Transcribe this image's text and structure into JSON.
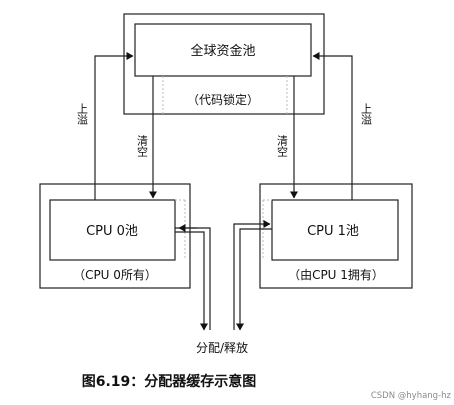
{
  "diagram": {
    "global_pool": {
      "title": "全球资金池",
      "subtitle": "（代码锁定）"
    },
    "cpu0_pool": {
      "title": "CPU 0池",
      "subtitle": "（CPU 0所有）"
    },
    "cpu1_pool": {
      "title": "CPU 1池",
      "subtitle": "（由CPU 1拥有）"
    },
    "edges": {
      "left_up": "上溢",
      "left_down": "清空",
      "right_down": "清空",
      "right_up": "上溢"
    },
    "bottom_label": "分配/释放",
    "caption": "图6.19：分配器缓存示意图",
    "watermark": "CSDN @hyhang-hz"
  }
}
